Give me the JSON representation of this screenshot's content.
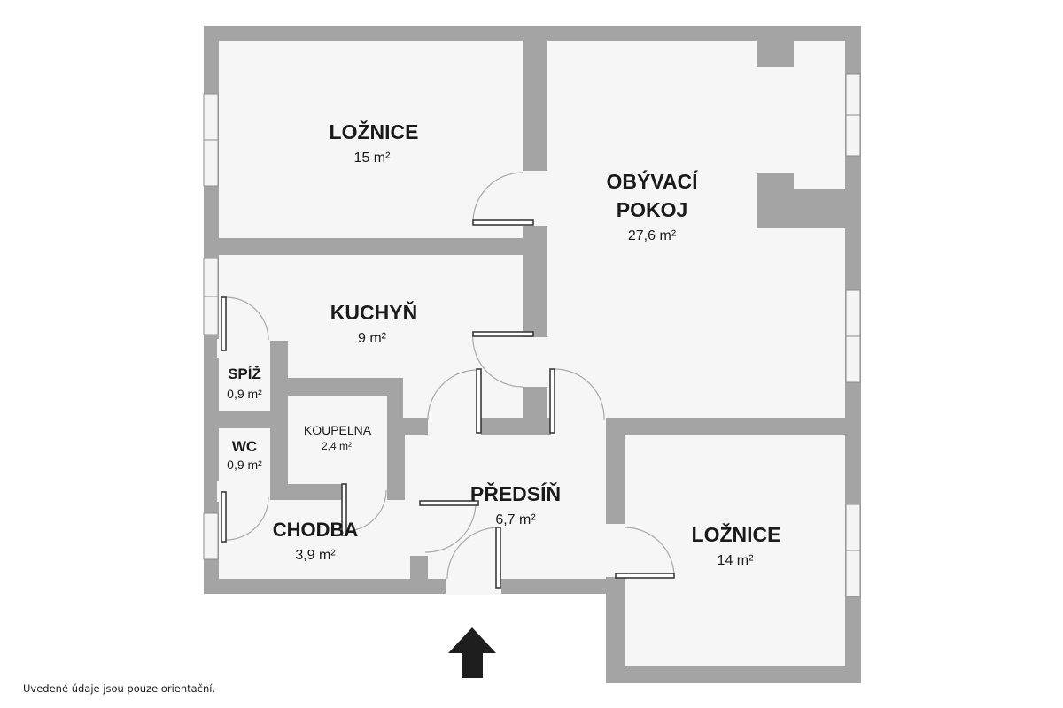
{
  "rooms": {
    "loznice_1": {
      "name": "LOŽNICE",
      "area": "15 m²"
    },
    "obyvaci": {
      "name_line1": "OBÝVACÍ",
      "name_line2": "POKOJ",
      "area": "27,6 m²"
    },
    "kuchyn": {
      "name": "KUCHYŇ",
      "area": "9 m²"
    },
    "spiz": {
      "name": "SPÍŽ",
      "area": "0,9 m²"
    },
    "koupelna": {
      "name": "KOUPELNA",
      "area": "2,4 m²"
    },
    "wc": {
      "name": "WC",
      "area": "0,9 m²"
    },
    "predsin": {
      "name": "PŘEDSÍŇ",
      "area": "6,7 m²"
    },
    "chodba": {
      "name": "CHODBA",
      "area": "3,9 m²"
    },
    "loznice_2": {
      "name": "LOŽNICE",
      "area": "14 m²"
    }
  },
  "footnote": "Uvedené údaje jsou pouze orientační.",
  "colors": {
    "wall": "#a4a4a4",
    "floor": "#f6f6f6",
    "text": "#1a1a1a",
    "arrow": "#1e1e1e"
  },
  "icons": {
    "entrance": "entrance-arrow-icon"
  }
}
